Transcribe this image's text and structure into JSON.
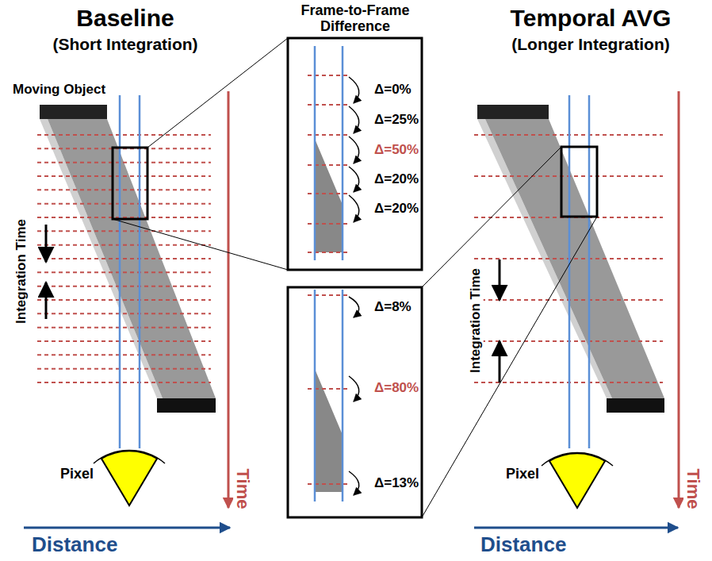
{
  "diagram": {
    "labels": [
      "Baseline",
      "(Short Integration)",
      "Frame-to-Frame Difference",
      "Temporal AVG",
      "(Longer Integration)",
      "Moving Object",
      "Integration Time",
      "Pixel",
      "Time",
      "Distance",
      "Integration Time",
      "Pixel",
      "Time",
      "Distance",
      "Δ=0%",
      "Δ=25%",
      "Δ=50%",
      "Δ=20%",
      "Δ=20%",
      "Δ=8%",
      "Δ=80%",
      "Δ=13%"
    ]
  }
}
